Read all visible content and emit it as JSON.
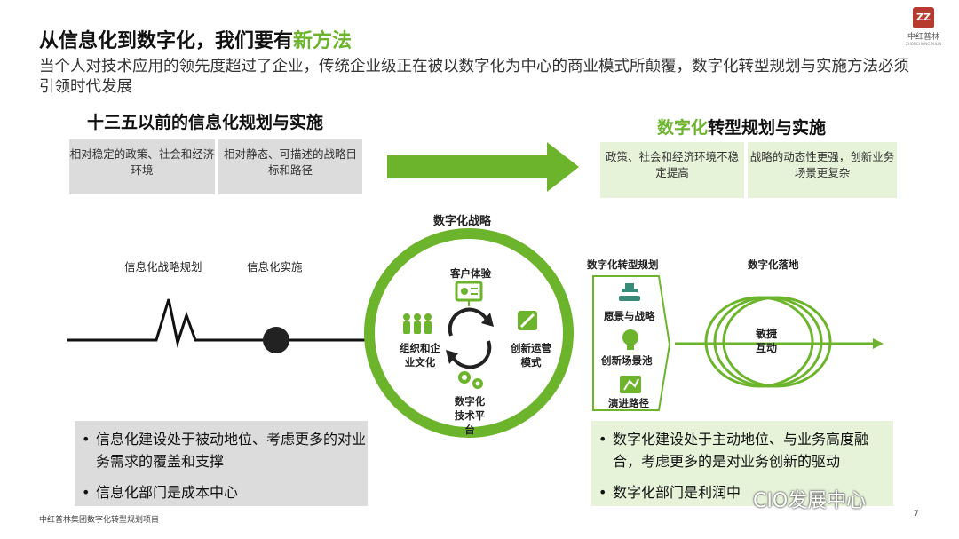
{
  "title": {
    "prefix": "从信息化到数字化，我们要有",
    "highlight": "新方法"
  },
  "subtitle": "当个人对技术应用的领先度超过了企业，传统企业级正在被以数字化为中心的商业模式所颠覆，数字化转型规划与实施方法必须引领时代发展",
  "logo": {
    "mark": "ZZ",
    "name": "中红普林",
    "en": "ZHONGHONG PULIN"
  },
  "left": {
    "heading": "十三五以前的信息化规划与实施",
    "boxes": [
      "相对稳定的政策、社会和经济环境",
      "相对静态、可描述的战略目标和路径"
    ],
    "labels": {
      "strategy": "信息化战略规划",
      "implementation": "信息化实施"
    },
    "bullets": [
      "信息化建设处于被动地位、考虑更多的对业务需求的覆盖和支撑",
      "信息化部门是成本中心"
    ]
  },
  "right": {
    "heading_highlight": "数字化",
    "heading_rest": "转型规划与实施",
    "boxes": [
      "政策、社会和经济环境不稳定提高",
      "战略的动态性更强，创新业务场景更复杂"
    ],
    "planning": {
      "title": "数字化转型规划",
      "items": [
        "愿景与战略",
        "创新场景池",
        "演进路径"
      ]
    },
    "landing": {
      "title": "数字化落地",
      "center": "敏捷互动"
    },
    "bullets": [
      "数字化建设处于主动地位、与业务高度融合，考虑更多的是对业务创新的驱动",
      "数字化部门是利润中"
    ]
  },
  "center": {
    "title": "数字化战略",
    "items": {
      "top": "客户体验",
      "left": "组织和企业文化",
      "right": "创新运营模式",
      "bottom": "数字化技术平台"
    }
  },
  "footer": "中红普林集团数字化转型规划项目",
  "page_number": "7",
  "watermark": "CIO发展中心",
  "colors": {
    "accent": "#6cb42c",
    "gray_box": "#dcdcdc",
    "green_box": "#e6f3d9",
    "dark": "#222222"
  }
}
